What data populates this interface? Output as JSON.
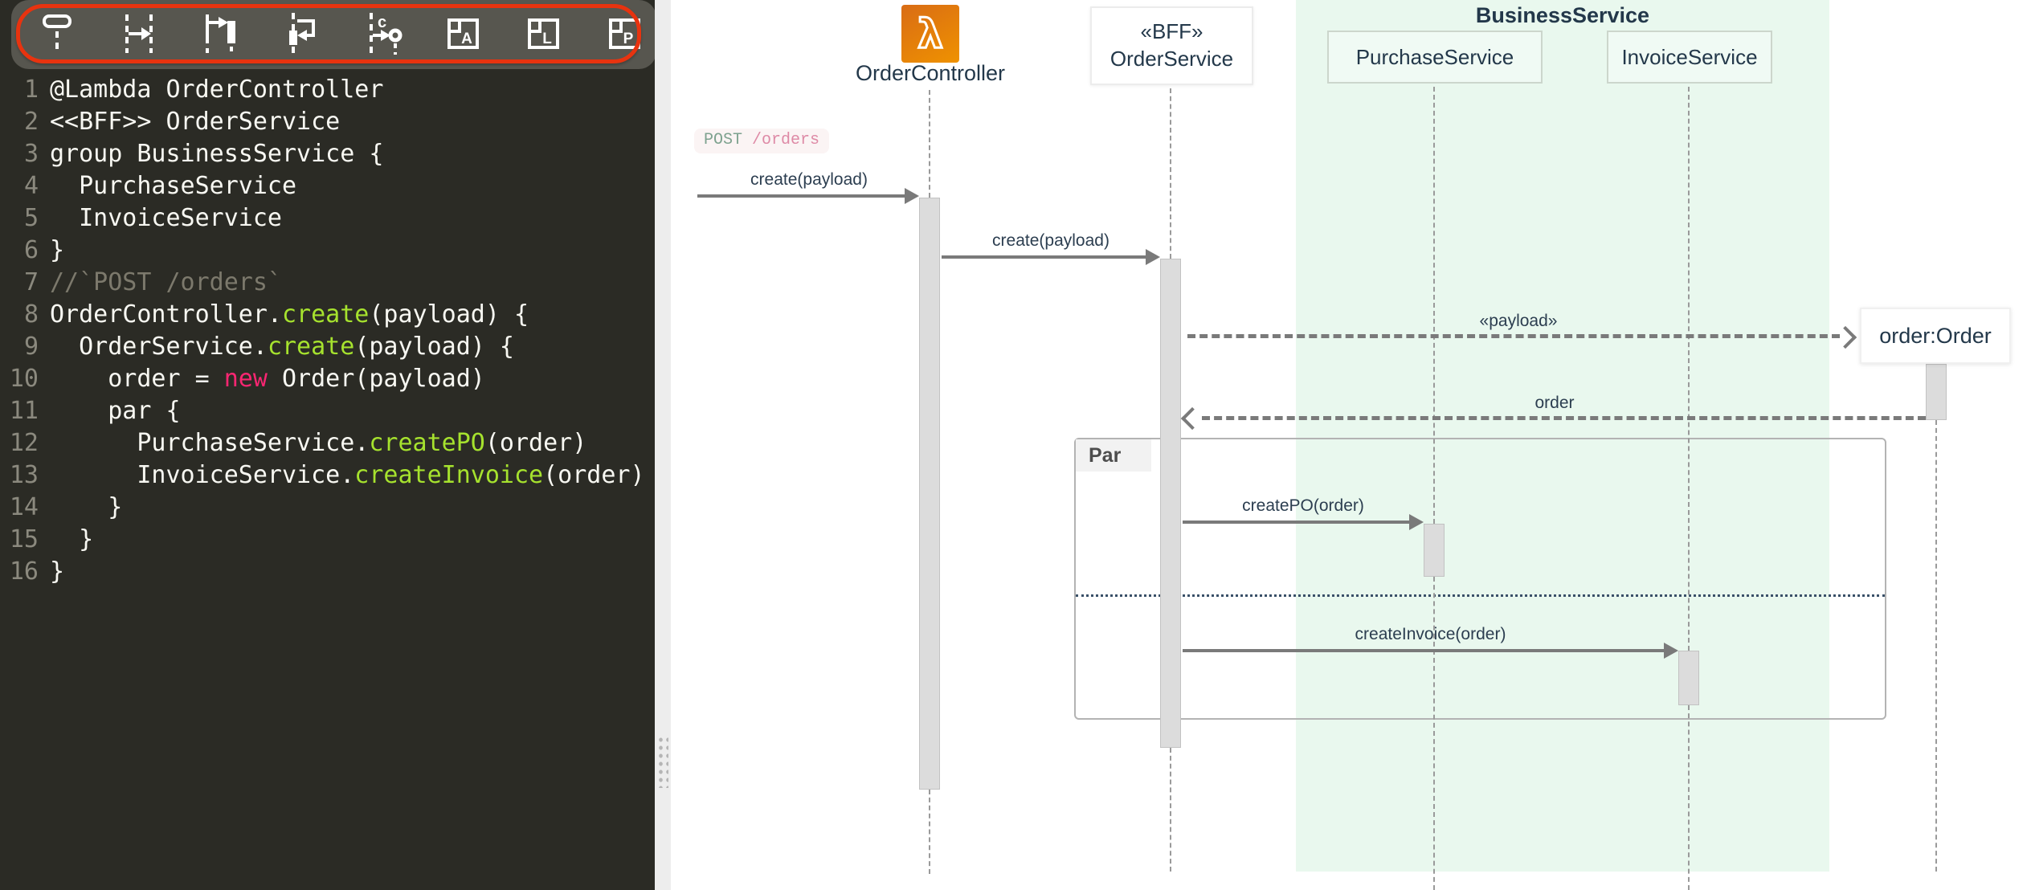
{
  "toolbar": {
    "buttons": [
      {
        "name": "add-participant"
      },
      {
        "name": "add-sync-message"
      },
      {
        "name": "add-async-message"
      },
      {
        "name": "add-self-message"
      },
      {
        "name": "add-creation-message",
        "glyph": "c"
      },
      {
        "name": "add-alt-fragment",
        "glyph": "A"
      },
      {
        "name": "add-loop-fragment",
        "glyph": "L"
      },
      {
        "name": "add-par-fragment",
        "glyph": "P"
      }
    ]
  },
  "editor": {
    "lines": [
      {
        "num": "1",
        "tokens": [
          [
            "p",
            "@Lambda OrderController"
          ]
        ]
      },
      {
        "num": "2",
        "tokens": [
          [
            "p",
            "<<BFF>> OrderService"
          ]
        ]
      },
      {
        "num": "3",
        "tokens": [
          [
            "p",
            "group BusinessService {"
          ]
        ]
      },
      {
        "num": "4",
        "tokens": [
          [
            "p",
            "  PurchaseService"
          ]
        ]
      },
      {
        "num": "5",
        "tokens": [
          [
            "p",
            "  InvoiceService"
          ]
        ]
      },
      {
        "num": "6",
        "tokens": [
          [
            "p",
            "}"
          ]
        ]
      },
      {
        "num": "7",
        "tokens": [
          [
            "c",
            "//`POST /orders`"
          ]
        ]
      },
      {
        "num": "8",
        "tokens": [
          [
            "p",
            "OrderController."
          ],
          [
            "g",
            "create"
          ],
          [
            "p",
            "(payload) {"
          ]
        ]
      },
      {
        "num": "9",
        "tokens": [
          [
            "p",
            "  OrderService."
          ],
          [
            "g",
            "create"
          ],
          [
            "p",
            "(payload) {"
          ]
        ]
      },
      {
        "num": "10",
        "tokens": [
          [
            "p",
            "    order = "
          ],
          [
            "m",
            "new"
          ],
          [
            "p",
            " Order(payload)"
          ]
        ]
      },
      {
        "num": "11",
        "tokens": [
          [
            "p",
            "    par {"
          ]
        ]
      },
      {
        "num": "12",
        "tokens": [
          [
            "p",
            "      PurchaseService."
          ],
          [
            "g",
            "createPO"
          ],
          [
            "p",
            "(order)"
          ]
        ]
      },
      {
        "num": "13",
        "tokens": [
          [
            "p",
            "      InvoiceService."
          ],
          [
            "g",
            "createInvoice"
          ],
          [
            "p",
            "(order)"
          ]
        ]
      },
      {
        "num": "14",
        "tokens": [
          [
            "p",
            "    }"
          ]
        ]
      },
      {
        "num": "15",
        "tokens": [
          [
            "p",
            "  }"
          ]
        ]
      },
      {
        "num": "16",
        "tokens": [
          [
            "p",
            "}"
          ]
        ]
      }
    ]
  },
  "diagram": {
    "participants": {
      "controller": {
        "label": "OrderController",
        "icon": "aws-lambda",
        "glyph": "λ"
      },
      "order_service": {
        "stereotype": "«BFF»",
        "label": "OrderService"
      },
      "group": {
        "label": "BusinessService"
      },
      "purchase_service": {
        "label": "PurchaseService"
      },
      "invoice_service": {
        "label": "InvoiceService"
      },
      "order_instance": {
        "label": "order:Order"
      }
    },
    "messages": {
      "rest_annotation": {
        "method": "POST ",
        "path": "/orders"
      },
      "create_controller": {
        "label": "create(payload)"
      },
      "create_service": {
        "label": "create(payload)"
      },
      "new_order": {
        "label": "«payload»"
      },
      "return_order": {
        "label": "order"
      },
      "create_po": {
        "label": "createPO(order)"
      },
      "create_invoice": {
        "label": "createInvoice(order)"
      }
    },
    "fragment": {
      "label": "Par"
    }
  },
  "colors": {
    "annotation_red": "#e8330f",
    "editor_bg": "#2b2b25",
    "toolbar_bg": "#57564f",
    "code_green": "#a6e22e",
    "code_pink": "#f92672",
    "code_comment": "#7c796c",
    "group_bg": "#e9f8ee",
    "diagram_text": "#2c3e50",
    "lambda_orange": "#ed8c00",
    "arrow_gray": "#7a7a7a"
  }
}
